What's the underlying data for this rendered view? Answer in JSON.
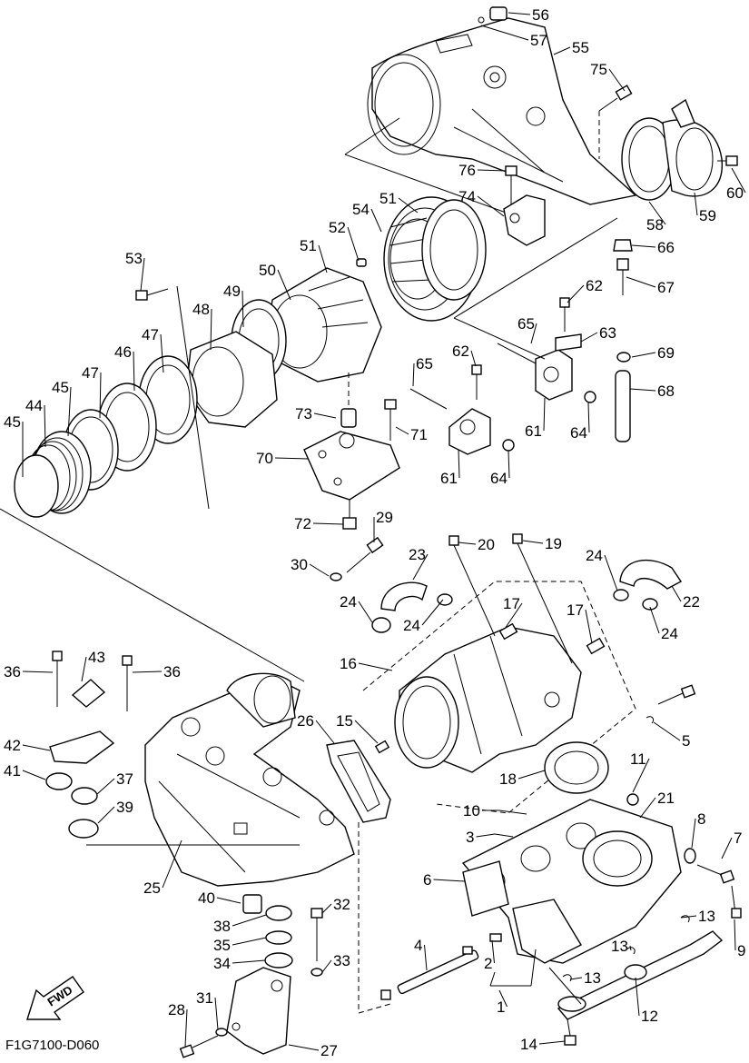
{
  "diagram": {
    "code": "F1G7100-D060",
    "fwd_label": "FWD",
    "callouts": [
      "56",
      "57",
      "55",
      "75",
      "76",
      "74",
      "60",
      "58",
      "59",
      "66",
      "67",
      "62",
      "65",
      "63",
      "69",
      "68",
      "61",
      "64",
      "51",
      "54",
      "52",
      "53",
      "50",
      "49",
      "48",
      "47",
      "46",
      "45",
      "44",
      "73",
      "71",
      "70",
      "72",
      "29",
      "30",
      "23",
      "20",
      "19",
      "24",
      "22",
      "17",
      "16",
      "15",
      "26",
      "18",
      "11",
      "10",
      "21",
      "8",
      "7",
      "3",
      "6",
      "9",
      "13",
      "2",
      "4",
      "1",
      "12",
      "14",
      "43",
      "36",
      "42",
      "41",
      "37",
      "39",
      "25",
      "40",
      "38",
      "35",
      "34",
      "33",
      "32",
      "31",
      "28",
      "27",
      "5"
    ]
  }
}
